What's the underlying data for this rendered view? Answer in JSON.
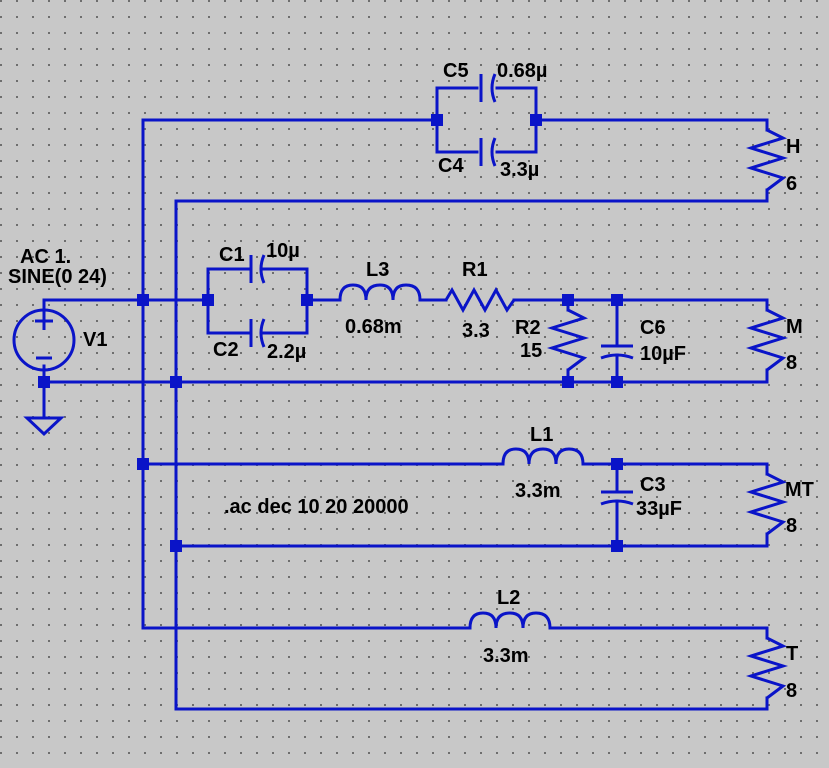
{
  "colors": {
    "background": "#c8c8c8",
    "grid": "#6e6e6e",
    "wire": "#0a14c8",
    "text": "#000000"
  },
  "source": {
    "name": "V1",
    "ac": "AC 1.",
    "sine": "SINE(0 24)"
  },
  "directive": ".ac dec 10 20 20000",
  "components": {
    "c5": {
      "name": "C5",
      "value": "0.68µ"
    },
    "c4": {
      "name": "C4",
      "value": "3.3µ"
    },
    "c1": {
      "name": "C1",
      "value": "10µ"
    },
    "c2": {
      "name": "C2",
      "value": "2.2µ"
    },
    "l3": {
      "name": "L3",
      "value": "0.68m"
    },
    "r1": {
      "name": "R1",
      "value": "3.3"
    },
    "r2": {
      "name": "R2",
      "value": "15"
    },
    "c6": {
      "name": "C6",
      "value": "10µF"
    },
    "l1": {
      "name": "L1",
      "value": "3.3m"
    },
    "c3": {
      "name": "C3",
      "value": "33µF"
    },
    "l2": {
      "name": "L2",
      "value": "3.3m"
    }
  },
  "loads": {
    "h": {
      "name": "H",
      "value": "6"
    },
    "m": {
      "name": "M",
      "value": "8"
    },
    "mt": {
      "name": "MT",
      "value": "8"
    },
    "t": {
      "name": "T",
      "value": "8"
    }
  }
}
